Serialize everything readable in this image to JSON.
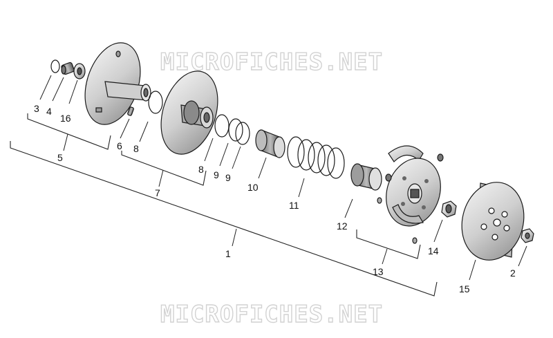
{
  "watermark": {
    "top": "MICROFICHES.NET",
    "bottom": "MICROFICHES.NET"
  },
  "callouts": {
    "c3": "3",
    "c4": "4",
    "c16": "16",
    "c5": "5",
    "c6": "6",
    "c8a": "8",
    "c7": "7",
    "c8b": "8",
    "c9a": "9",
    "c9b": "9",
    "c10": "10",
    "c11": "11",
    "c1": "1",
    "c12": "12",
    "c13": "13",
    "c14": "14",
    "c15": "15",
    "c2": "2"
  },
  "colors": {
    "part_fill": "#d9d9d9",
    "part_dark": "#9a9a9a",
    "line": "#1a1a1a",
    "watermark": "#d2d2d2"
  }
}
